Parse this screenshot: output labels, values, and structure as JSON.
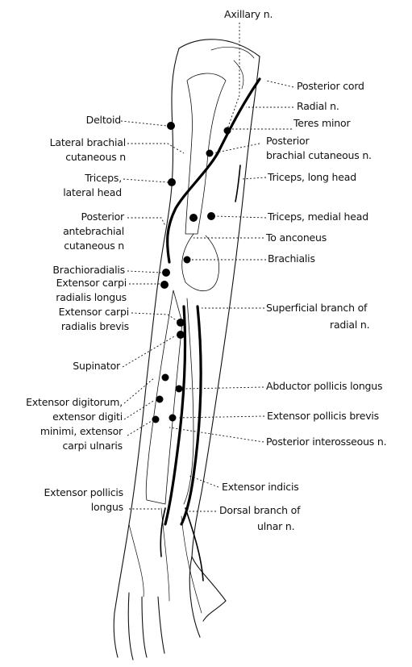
{
  "labels_left": {
    "deltoid": "Deltoid",
    "lat_brach_1": "Lateral brachial",
    "lat_brach_2": "cutaneous n",
    "triceps_lat_1": "Triceps,",
    "triceps_lat_2": "lateral head",
    "post_ante_1": "Posterior",
    "post_ante_2": "antebrachial",
    "post_ante_3": "cutaneous n",
    "brachioradialis": "Brachioradialis",
    "ecrl_1": "Extensor carpi",
    "ecrl_2": "radialis longus",
    "ecrb_1": "Extensor carpi",
    "ecrb_2": "radialis brevis",
    "supinator": "Supinator",
    "ext_dig_1": "Extensor digitorum,",
    "ext_dig_2": "extensor digiti",
    "ext_dig_3": "minimi, extensor",
    "ext_dig_4": "carpi ulnaris",
    "epl_1": "Extensor pollicis",
    "epl_2": "longus"
  },
  "labels_right": {
    "axillary": "Axillary n.",
    "posterior_cord": "Posterior cord",
    "radial": "Radial n.",
    "teres_minor": "Teres minor",
    "post_brach_1": "Posterior",
    "post_brach_2": "brachial cutaneous n.",
    "triceps_long": "Triceps, long head",
    "triceps_medial": "Triceps, medial head",
    "anconeus": "To anconeus",
    "brachialis": "Brachialis",
    "superficial_1": "Superficial branch of",
    "superficial_2": "radial n.",
    "apl": "Abductor pollicis longus",
    "epb": "Extensor pollicis brevis",
    "post_inteross": "Posterior interosseous n.",
    "ext_indicis": "Extensor indicis",
    "dorsal_1": "Dorsal branch of",
    "dorsal_2": "ulnar n."
  }
}
